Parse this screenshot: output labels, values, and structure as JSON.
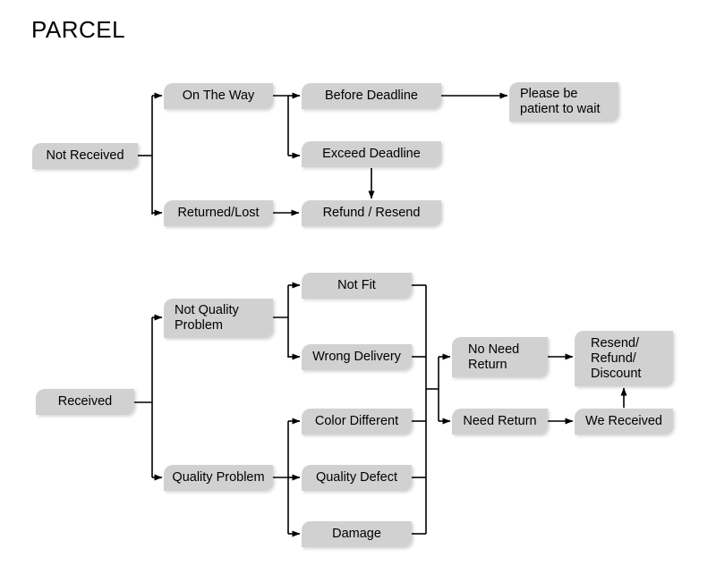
{
  "title": "PARCEL",
  "theme": {
    "background": "#ffffff",
    "node_fill": "#d1d1d1",
    "node_text": "#000000",
    "connector": "#000000"
  },
  "diagram": {
    "type": "flowchart",
    "orientation": "left-to-right",
    "branches": [
      {
        "root": "not-received",
        "nodes": {
          "not_received": "Not Received",
          "on_the_way": "On The Way",
          "returned_lost": "Returned/Lost",
          "before_deadline": "Before Deadline",
          "exceed_deadline": "Exceed Deadline",
          "refund_resend": "Refund / Resend",
          "please_wait": "Please be\npatient to wait"
        },
        "edges": [
          [
            "not_received",
            "on_the_way"
          ],
          [
            "not_received",
            "returned_lost"
          ],
          [
            "on_the_way",
            "before_deadline"
          ],
          [
            "on_the_way",
            "exceed_deadline"
          ],
          [
            "before_deadline",
            "please_wait"
          ],
          [
            "exceed_deadline",
            "refund_resend"
          ],
          [
            "returned_lost",
            "refund_resend"
          ]
        ]
      },
      {
        "root": "received",
        "nodes": {
          "received": "Received",
          "not_quality_problem": "Not Quality\nProblem",
          "quality_problem": "Quality Problem",
          "not_fit": "Not Fit",
          "wrong_delivery": "Wrong Delivery",
          "color_different": "Color Different",
          "quality_defect": "Quality Defect",
          "damage": "Damage",
          "no_need_return": "No Need\nReturn",
          "need_return": "Need Return",
          "we_received": "We Received",
          "resend_refund_discount": "Resend/\nRefund/\nDiscount"
        },
        "edges": [
          [
            "received",
            "not_quality_problem"
          ],
          [
            "received",
            "quality_problem"
          ],
          [
            "not_quality_problem",
            "not_fit"
          ],
          [
            "not_quality_problem",
            "wrong_delivery"
          ],
          [
            "quality_problem",
            "color_different"
          ],
          [
            "quality_problem",
            "quality_defect"
          ],
          [
            "quality_problem",
            "damage"
          ],
          [
            "not_fit",
            "no_need_return"
          ],
          [
            "wrong_delivery",
            "no_need_return"
          ],
          [
            "color_different",
            "need_return"
          ],
          [
            "quality_defect",
            "need_return"
          ],
          [
            "damage",
            "need_return"
          ],
          [
            "no_need_return",
            "resend_refund_discount"
          ],
          [
            "need_return",
            "we_received"
          ],
          [
            "we_received",
            "resend_refund_discount"
          ]
        ]
      }
    ]
  }
}
